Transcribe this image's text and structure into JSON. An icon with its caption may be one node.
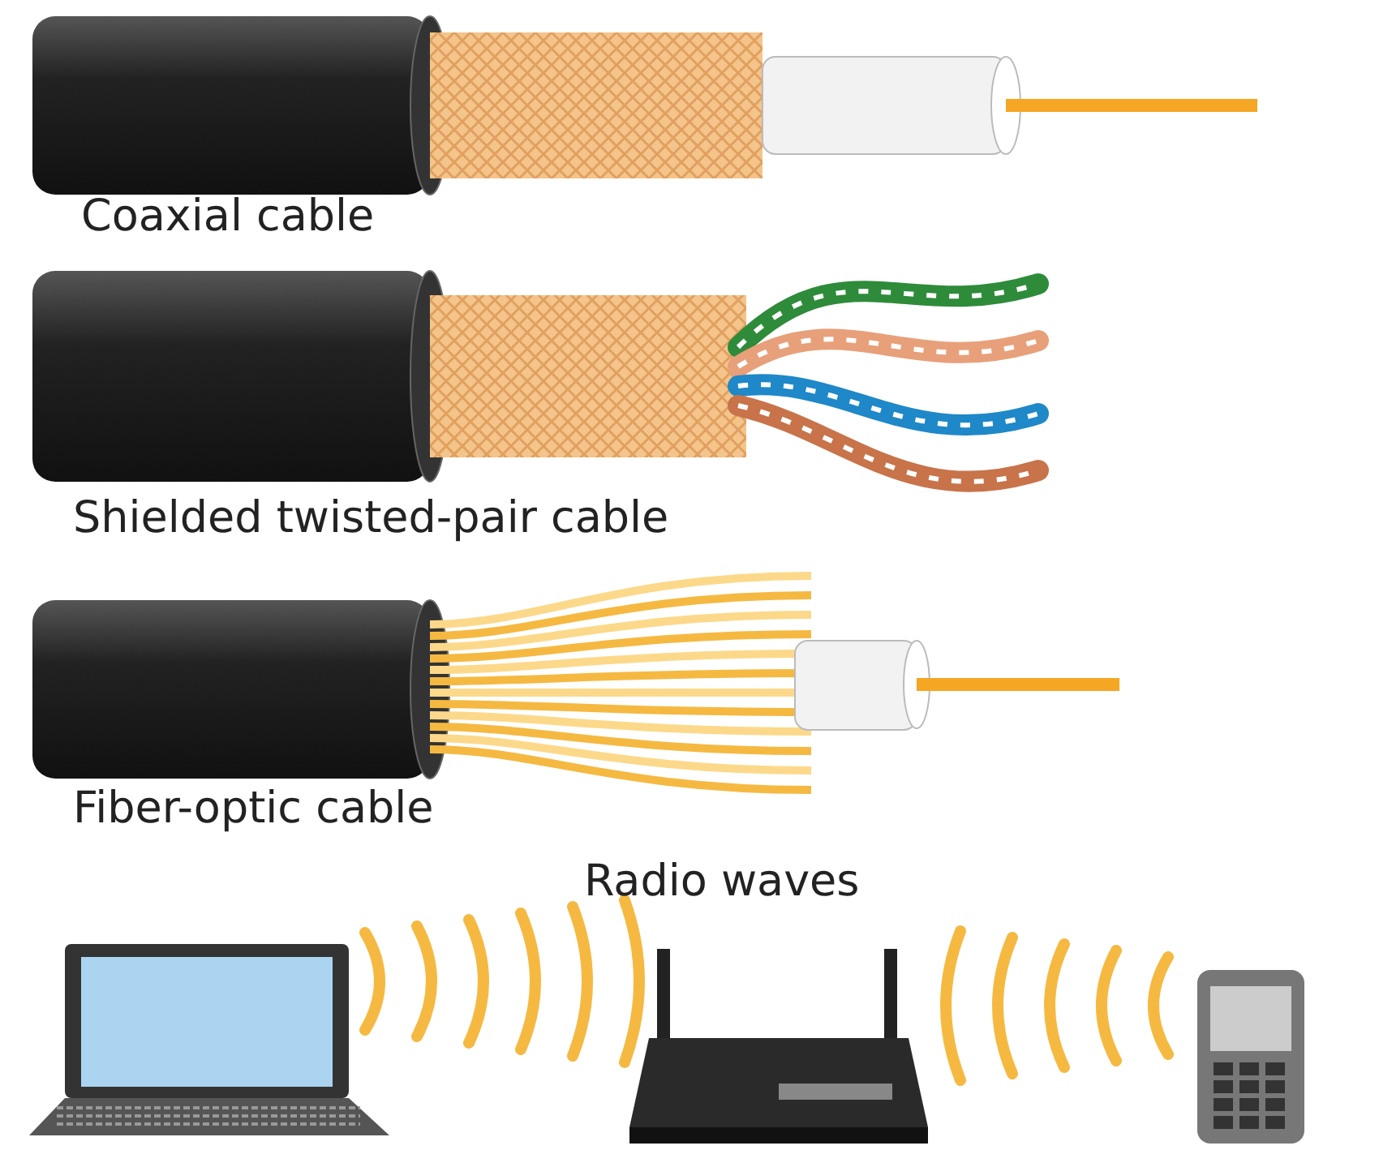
{
  "diagram": {
    "labels": [
      "Coaxial cable",
      "Shielded twisted-pair cable",
      "Fiber-optic cable",
      "Radio waves"
    ]
  }
}
